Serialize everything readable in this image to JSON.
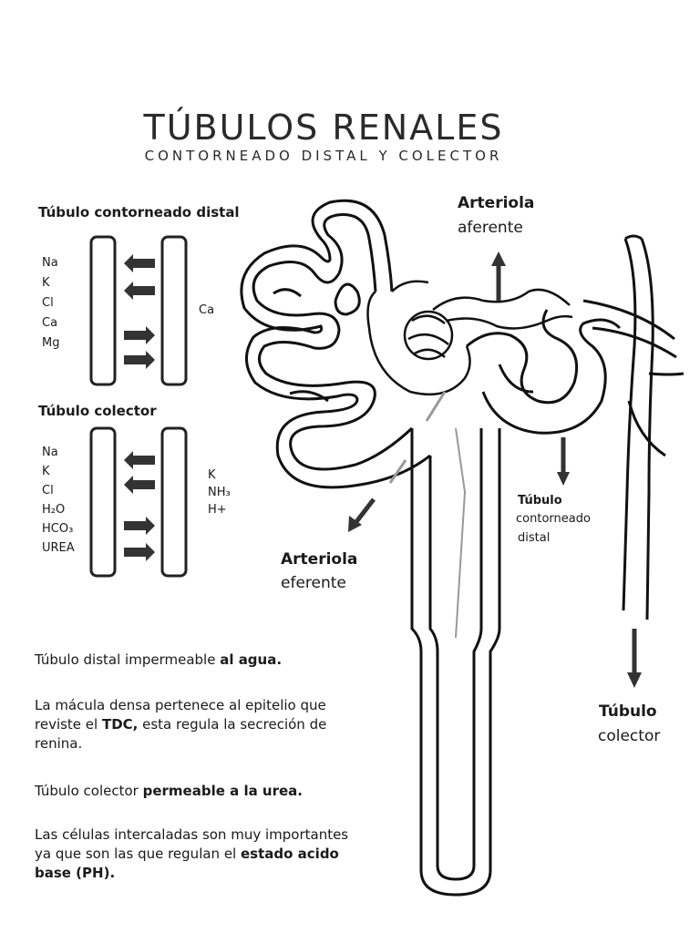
{
  "title": "TÚBULOS RENALES",
  "subtitle": "CONTORNEADO DISTAL Y COLECTOR",
  "distal": {
    "heading": "Túbulo contorneado distal",
    "left_ions": [
      "Na",
      "K",
      "Cl",
      "Ca",
      "Mg"
    ],
    "right_ions": [
      "Ca"
    ]
  },
  "collector": {
    "heading": "Túbulo colector",
    "left_ions": [
      "Na",
      "K",
      "Cl",
      "H₂O",
      "HCO₃",
      "UREA"
    ],
    "right_ions": [
      "K",
      "NH₃",
      "H+"
    ]
  },
  "labels": {
    "afferent_bold": "Arteriola",
    "afferent_rest": "aferente",
    "efferent_bold": "Arteriola",
    "efferent_rest": "eferente",
    "tcd_bold": "Túbulo",
    "tcd_rest1": "contorneado",
    "tcd_rest2": "distal",
    "collector_bold": "Túbulo",
    "collector_rest": "colector"
  },
  "notes": {
    "n1_a": "Túbulo distal impermeable ",
    "n1_b": "al agua.",
    "n2_a": "La mácula densa pertenece al epitelio que reviste el ",
    "n2_b": "TDC,",
    "n2_c": " esta regula la secreción de renina.",
    "n3_a": "Túbulo colector ",
    "n3_b": "permeable a la urea.",
    "n4_a": "Las células intercaladas son muy importantes ya que son las que regulan el ",
    "n4_b": "estado acido base (PH)."
  }
}
